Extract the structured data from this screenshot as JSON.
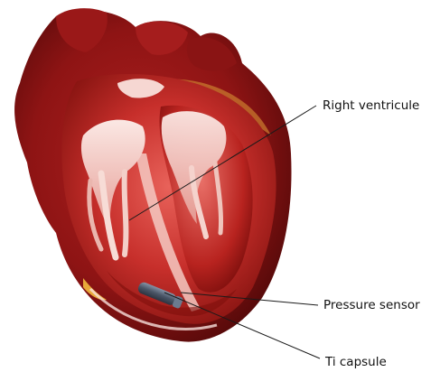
{
  "figure": {
    "subject": "heart-cutaway-illustration",
    "labels": {
      "right_ventricle": "Right ventricule",
      "pressure_sensor": "Pressure sensor",
      "ti_capsule": "Ti capsule"
    },
    "colors": {
      "outer_muscle": "#8e1414",
      "outer_dark": "#5a0a0a",
      "inner_cavity": "#c72f2b",
      "inner_light": "#f2b3ad",
      "valve_tissue": "#f6d7d2",
      "fat_yellow": "#e8a93a",
      "device": "#4a5566",
      "leader_line": "#1a1a1a"
    }
  }
}
